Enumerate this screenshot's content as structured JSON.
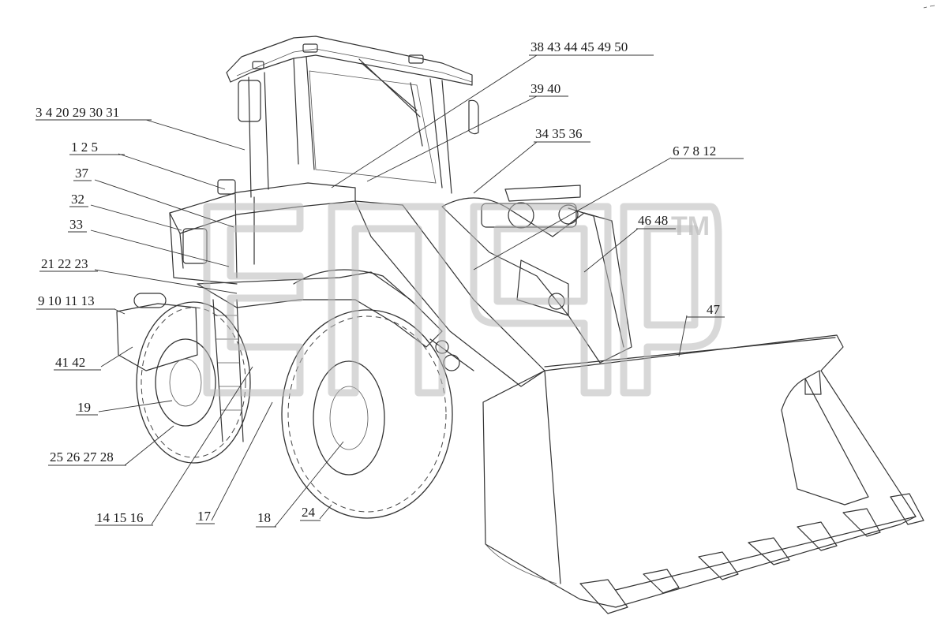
{
  "watermark_tm": "TM",
  "callouts": [
    {
      "id": "c38",
      "text": "38  43 44 45  49 50"
    },
    {
      "id": "c39",
      "text": "39 40"
    },
    {
      "id": "c3",
      "text": "3   4   20  29 30 31"
    },
    {
      "id": "c1",
      "text": "1    2    5"
    },
    {
      "id": "c34",
      "text": "34 35 36"
    },
    {
      "id": "c6",
      "text": "6    7    8  12"
    },
    {
      "id": "c37",
      "text": "37"
    },
    {
      "id": "c32",
      "text": "32"
    },
    {
      "id": "c46",
      "text": "46 48"
    },
    {
      "id": "c33",
      "text": "33"
    },
    {
      "id": "c21",
      "text": "21 22 23"
    },
    {
      "id": "c9",
      "text": "9   10  11 13"
    },
    {
      "id": "c47",
      "text": "47"
    },
    {
      "id": "c41",
      "text": "41   42"
    },
    {
      "id": "c19",
      "text": "19"
    },
    {
      "id": "c25",
      "text": "25 26 27 28"
    },
    {
      "id": "c14",
      "text": "14 15 16"
    },
    {
      "id": "c17",
      "text": "17"
    },
    {
      "id": "c18",
      "text": "18"
    },
    {
      "id": "c24",
      "text": "24"
    }
  ]
}
